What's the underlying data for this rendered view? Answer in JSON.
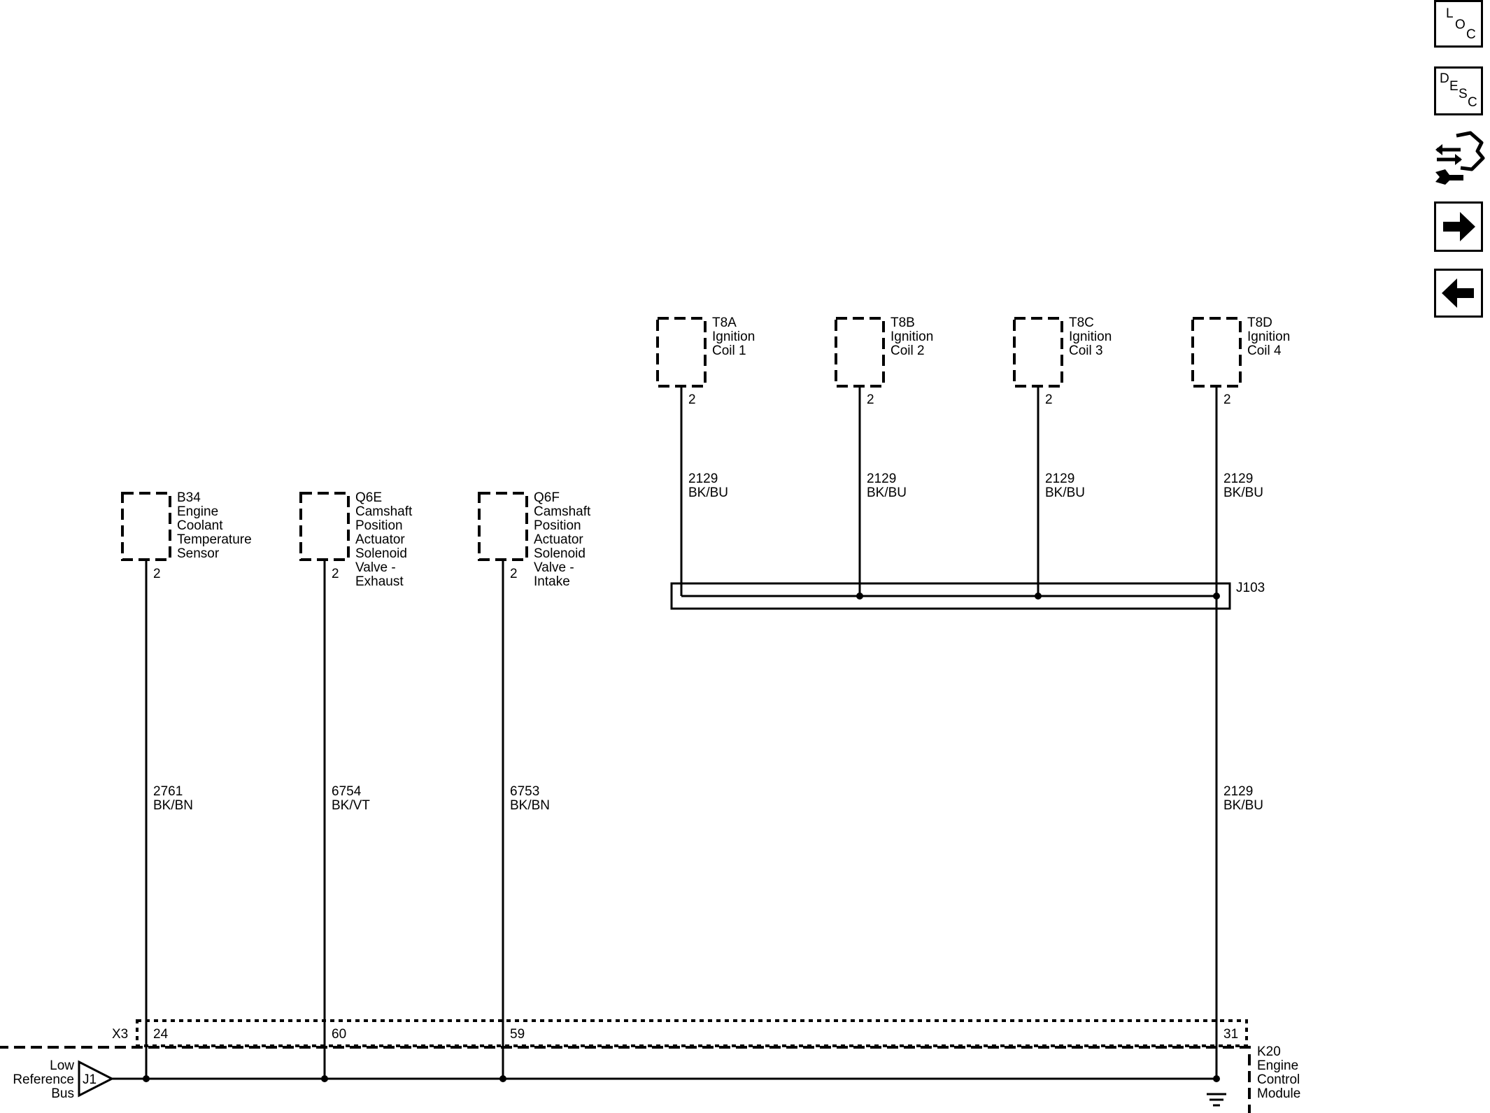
{
  "components": [
    {
      "ref": "B34",
      "desc": [
        "Engine",
        "Coolant",
        "Temperature",
        "Sensor"
      ],
      "pin": "2",
      "circuit": "2761",
      "color": "BK/BN",
      "ecm_pin": "24"
    },
    {
      "ref": "Q6E",
      "desc": [
        "Camshaft",
        "Position",
        "Actuator",
        "Solenoid",
        "Valve -",
        "Exhaust"
      ],
      "pin": "2",
      "circuit": "6754",
      "color": "BK/VT",
      "ecm_pin": "60"
    },
    {
      "ref": "Q6F",
      "desc": [
        "Camshaft",
        "Position",
        "Actuator",
        "Solenoid",
        "Valve -",
        "Intake"
      ],
      "pin": "2",
      "circuit": "6753",
      "color": "BK/BN",
      "ecm_pin": "59"
    }
  ],
  "coils": [
    {
      "ref": "T8A",
      "desc": [
        "Ignition",
        "Coil 1"
      ],
      "pin": "2",
      "circuit": "2129",
      "color": "BK/BU"
    },
    {
      "ref": "T8B",
      "desc": [
        "Ignition",
        "Coil 2"
      ],
      "pin": "2",
      "circuit": "2129",
      "color": "BK/BU"
    },
    {
      "ref": "T8C",
      "desc": [
        "Ignition",
        "Coil 3"
      ],
      "pin": "2",
      "circuit": "2129",
      "color": "BK/BU"
    },
    {
      "ref": "T8D",
      "desc": [
        "Ignition",
        "Coil 4"
      ],
      "pin": "2",
      "circuit": "2129",
      "color": "BK/BU"
    }
  ],
  "splice": {
    "ref": "J103"
  },
  "main_wire": {
    "circuit": "2129",
    "color": "BK/BU",
    "ecm_pin": "31"
  },
  "connector": {
    "ref": "X3"
  },
  "ecm": {
    "ref": "K20",
    "desc": [
      "Engine",
      "Control",
      "Module"
    ]
  },
  "bus": {
    "ref": "J1",
    "label": [
      "Low",
      "Reference",
      "Bus"
    ]
  },
  "nav": {
    "loc_icon": "loc-icon",
    "desc_icon": "desc-icon",
    "connector_icon": "connector-wrench-icon",
    "next_icon": "arrow-right-icon",
    "prev_icon": "arrow-left-icon"
  }
}
